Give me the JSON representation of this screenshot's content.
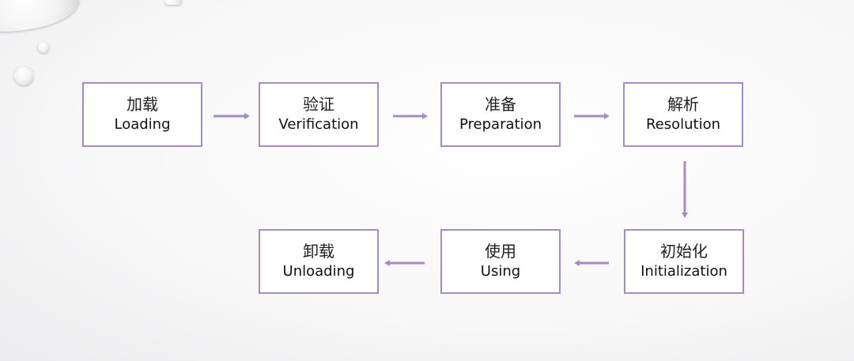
{
  "title": "Class loading lifecycle",
  "accent": "#a48cc6",
  "stages": [
    {
      "zh": "加载",
      "en": "Loading"
    },
    {
      "zh": "验证",
      "en": "Verification"
    },
    {
      "zh": "准备",
      "en": "Preparation"
    },
    {
      "zh": "解析",
      "en": "Resolution"
    },
    {
      "zh": "初始化",
      "en": "Initialization"
    },
    {
      "zh": "使用",
      "en": "Using"
    },
    {
      "zh": "卸载",
      "en": "Unloading"
    }
  ]
}
